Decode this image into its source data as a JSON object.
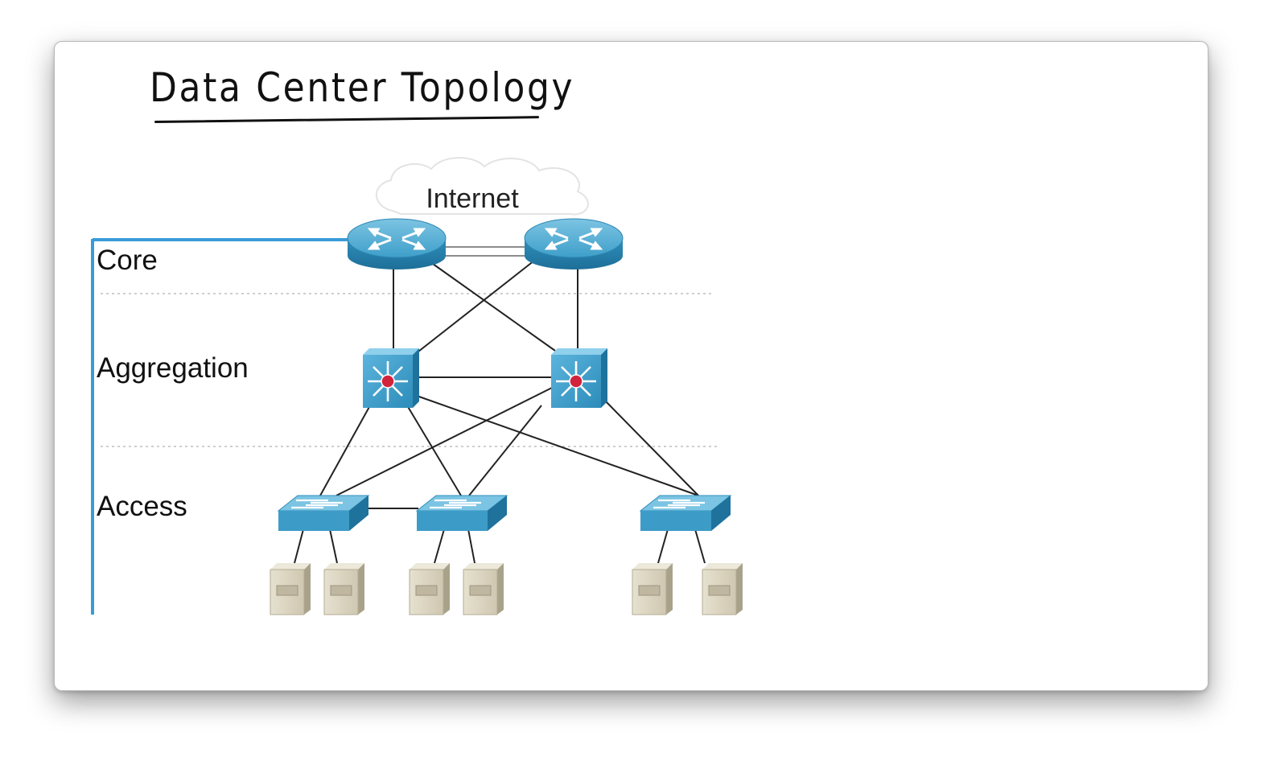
{
  "title": "Data Center Topology",
  "diagram": {
    "internet_label": "Internet",
    "layers": [
      {
        "id": "core",
        "label": "Core"
      },
      {
        "id": "aggregation",
        "label": "Aggregation"
      },
      {
        "id": "access",
        "label": "Access"
      }
    ],
    "devices": {
      "core_routers": 2,
      "aggregation_switches": 2,
      "access_switches": 3,
      "servers_per_access_switch": 2
    },
    "colors": {
      "device_blue": "#3d9cc7",
      "bracket_blue": "#3a9bd8",
      "switch_core_red": "#d2233c",
      "server_beige": "#d8d2be"
    }
  }
}
